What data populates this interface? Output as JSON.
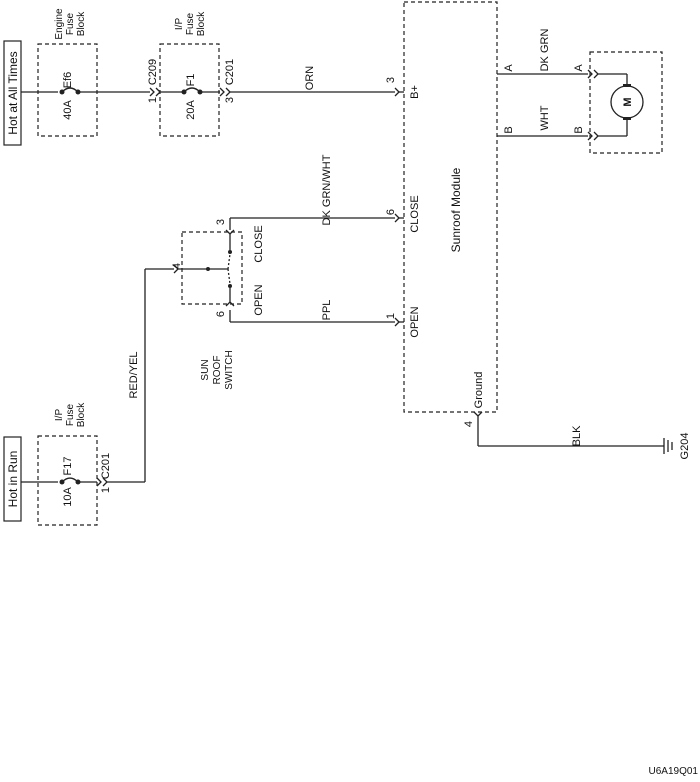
{
  "power": {
    "hot_all_times": "Hot at All Times",
    "hot_in_run": "Hot in Run"
  },
  "engine_fuse_block": {
    "label_1": "Engine",
    "label_2": "Fuse",
    "label_3": "Block",
    "fuse_name": "Ef6",
    "fuse_rating": "40A"
  },
  "ip_fuse_block_top": {
    "label_1": "I/P",
    "label_2": "Fuse",
    "label_3": "Block",
    "fuse_name": "F1",
    "fuse_rating": "20A",
    "conn_in": "C209",
    "conn_out": "C201",
    "pin_in": "1",
    "pin_out": "3"
  },
  "ip_fuse_block_bottom": {
    "label_1": "I/P",
    "label_2": "Fuse",
    "label_3": "Block",
    "fuse_name": "F17",
    "fuse_rating": "10A",
    "conn_out": "C201",
    "pin_out": "1"
  },
  "wires": {
    "orn": "ORN",
    "dk_grn_wht": "DK GRN/WHT",
    "ppl": "PPL",
    "red_yel": "RED/YEL",
    "dk_grn": "DK GRN",
    "wht": "WHT",
    "blk": "BLK"
  },
  "sunroof_module": {
    "name": "Sunroof Module",
    "b_plus": "B+",
    "close": "CLOSE",
    "open": "OPEN",
    "ground": "Ground",
    "pin_b_plus": "3",
    "pin_close": "6",
    "pin_open": "1",
    "pin_ground": "4",
    "pin_a": "A",
    "pin_b": "B"
  },
  "sunroof_switch": {
    "label_1": "SUN",
    "label_2": "ROOF",
    "label_3": "SWITCH",
    "close": "CLOSE",
    "open": "OPEN",
    "pin_close": "3",
    "pin_common": "4",
    "pin_open": "6"
  },
  "motor": {
    "symbol": "M",
    "pin_a": "A",
    "pin_b": "B"
  },
  "ground": {
    "name": "G204"
  },
  "figure_id": "U6A19Q01"
}
